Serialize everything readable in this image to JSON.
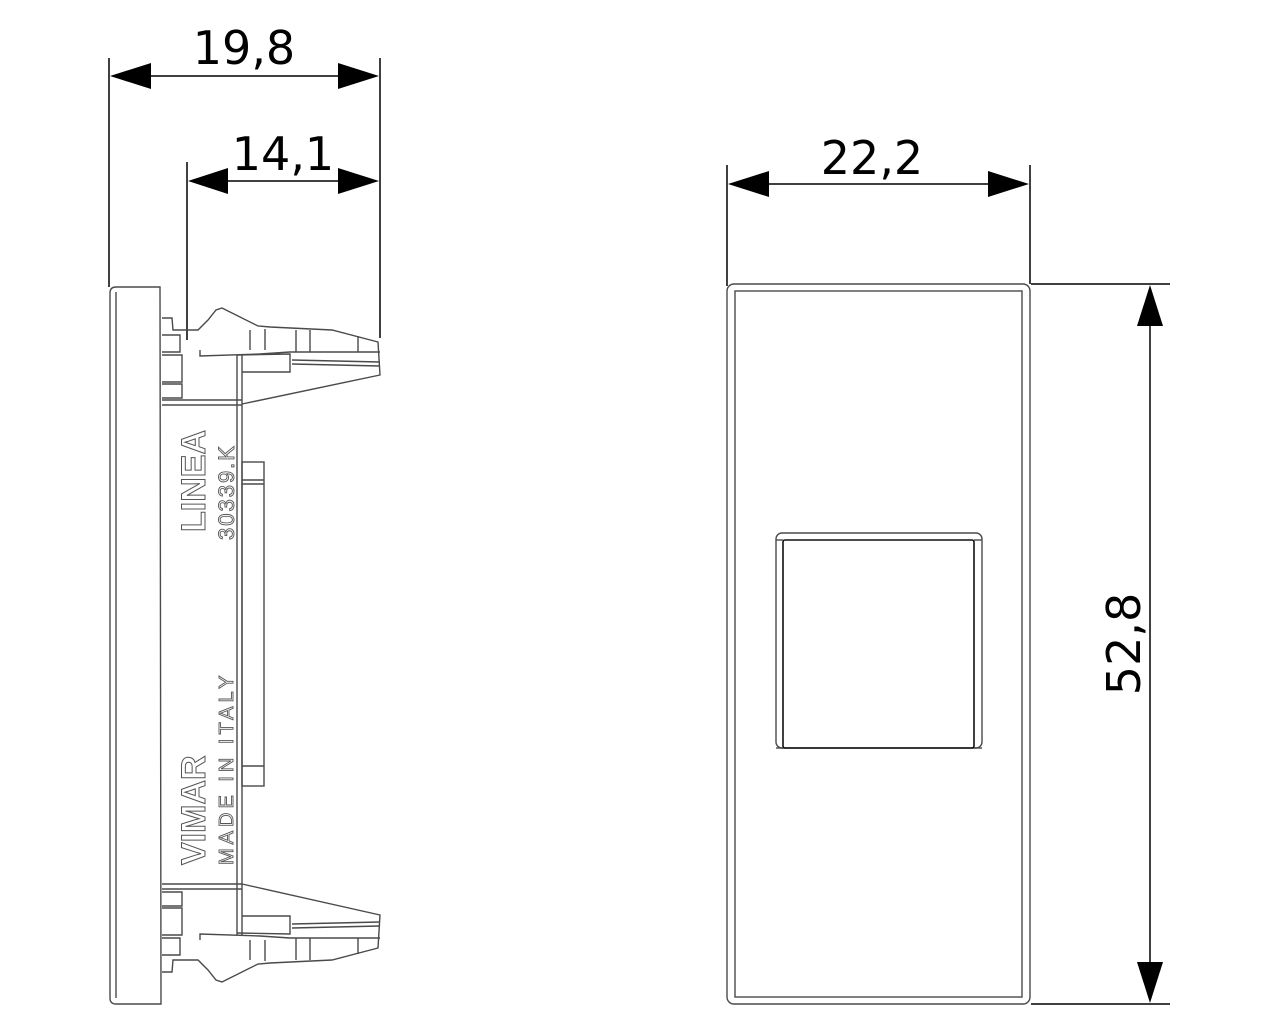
{
  "drawing": {
    "type": "technical-dimension-drawing",
    "views": [
      {
        "name": "side-view",
        "markings": {
          "series": "LINEA",
          "code": "30339.K",
          "brand": "VIMAR",
          "origin": "MADE IN ITALY"
        }
      },
      {
        "name": "front-view"
      }
    ],
    "dimensions": {
      "side_total_depth": "19,8",
      "side_clip_depth": "14,1",
      "front_width": "22,2",
      "front_height": "52,8"
    },
    "colors": {
      "background": "#ffffff",
      "dimension_lines": "#000000",
      "part_lines": "#4a4a4a"
    }
  }
}
